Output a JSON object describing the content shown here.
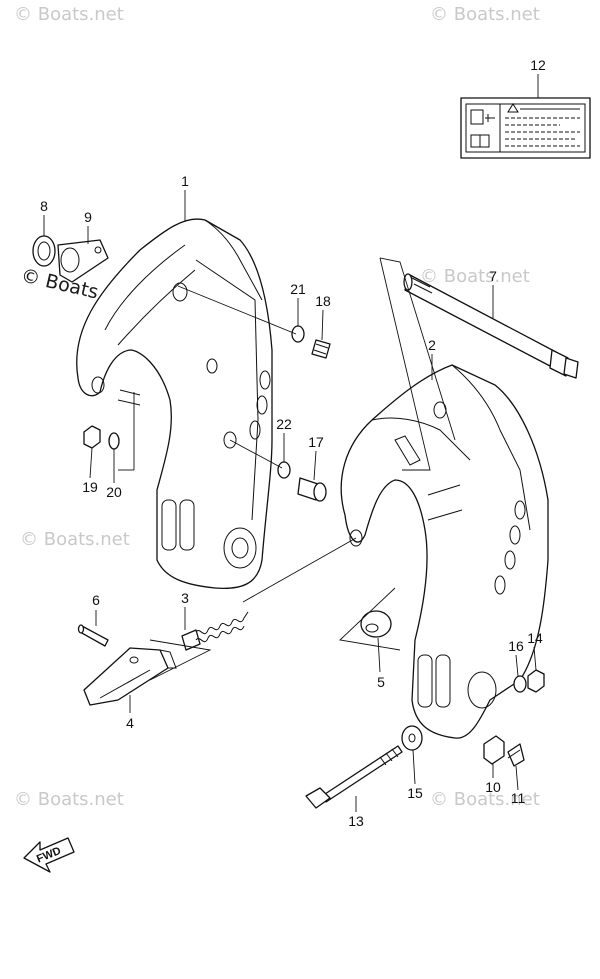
{
  "watermarks": {
    "text": "© Boats.net"
  },
  "arrow_label": "FWD",
  "callouts": {
    "p1": "1",
    "p2": "2",
    "p3": "3",
    "p4": "4",
    "p5": "5",
    "p6": "6",
    "p7": "7",
    "p8": "8",
    "p9": "9",
    "p10": "10",
    "p11": "11",
    "p12": "12",
    "p13": "13",
    "p14": "14",
    "p15": "15",
    "p16": "16",
    "p17": "17",
    "p18": "18",
    "p19": "19",
    "p20": "20",
    "p21": "21",
    "p22": "22"
  }
}
